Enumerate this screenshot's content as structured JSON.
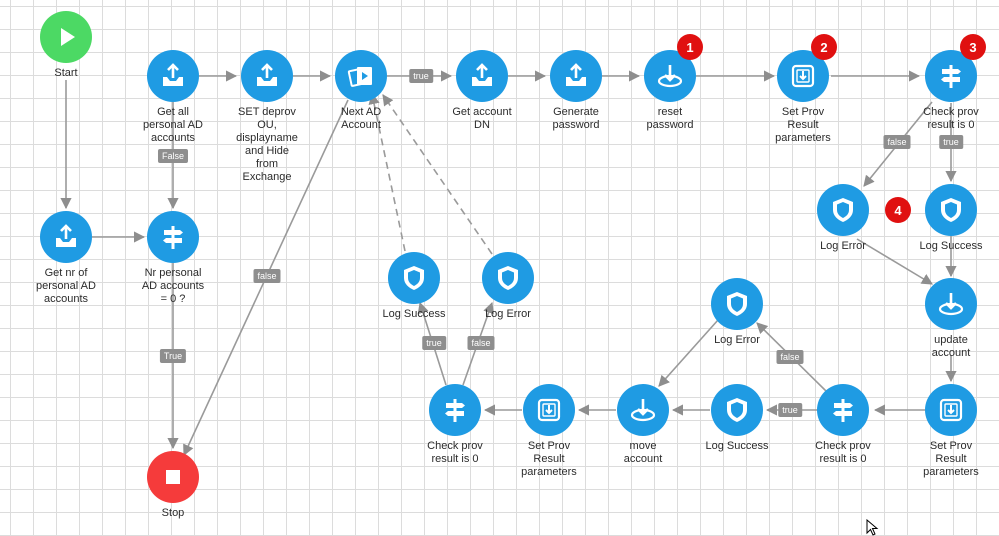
{
  "nodes": {
    "start": {
      "label": "Start",
      "icon": "play-icon"
    },
    "get_all": {
      "label": "Get all\npersonal AD\naccounts",
      "icon": "upload-tray-icon"
    },
    "set_deprov": {
      "label": "SET deprov\nOU,\ndisplayname\nand Hide\nfrom\nExchange",
      "icon": "upload-tray-icon"
    },
    "next_ad": {
      "label": "Next AD\nAccount",
      "icon": "iterator-cards-icon"
    },
    "get_dn": {
      "label": "Get account\nDN",
      "icon": "upload-tray-icon"
    },
    "gen_pw": {
      "label": "Generate\npassword",
      "icon": "upload-tray-icon"
    },
    "reset_pw": {
      "label": "reset\npassword",
      "icon": "download-ellipse-icon"
    },
    "set_prov1": {
      "label": "Set Prov\nResult\nparameters",
      "icon": "save-box-icon"
    },
    "check1": {
      "label": "Check prov\nresult is 0",
      "icon": "signpost-icon"
    },
    "log_err1": {
      "label": "Log Error",
      "icon": "shield-icon"
    },
    "log_succ1": {
      "label": "Log Success",
      "icon": "shield-icon"
    },
    "update_acc": {
      "label": "update\naccount",
      "icon": "download-ellipse-icon"
    },
    "set_prov2": {
      "label": "Set Prov\nResult\nparameters",
      "icon": "save-box-icon"
    },
    "check2": {
      "label": "Check prov\nresult is 0",
      "icon": "signpost-icon"
    },
    "log_succ2": {
      "label": "Log Success",
      "icon": "shield-icon"
    },
    "log_err2": {
      "label": "Log Error",
      "icon": "shield-icon"
    },
    "move_acc": {
      "label": "move\naccount",
      "icon": "download-ellipse-icon"
    },
    "set_prov3": {
      "label": "Set Prov\nResult\nparameters",
      "icon": "save-box-icon"
    },
    "check3": {
      "label": "Check prov\nresult is 0",
      "icon": "signpost-icon"
    },
    "log_succ3": {
      "label": "Log Success",
      "icon": "shield-icon"
    },
    "log_err3": {
      "label": "Log Error",
      "icon": "shield-icon"
    },
    "get_nr": {
      "label": "Get nr of\npersonal AD\naccounts",
      "icon": "upload-tray-icon"
    },
    "nr_check": {
      "label": "Nr personal\nAD accounts\n= 0 ?",
      "icon": "signpost-icon"
    },
    "stop": {
      "label": "Stop",
      "icon": "stop-icon"
    }
  },
  "badges": {
    "b1": "1",
    "b2": "2",
    "b3": "3",
    "b4": "4"
  },
  "edge_labels": {
    "next_true": "true",
    "getall_false": "False",
    "nr_true": "True",
    "next_false": "false",
    "check1_false": "false",
    "check1_true": "true",
    "check2_true": "true",
    "check2_false": "false",
    "check3_true": "true",
    "check3_false": "false"
  },
  "colors": {
    "node_blue": "#1f9be3",
    "start_green": "#4cd964",
    "stop_red": "#f53b3b",
    "badge_red": "#e01010",
    "edge_gray": "#8e8e8e"
  }
}
